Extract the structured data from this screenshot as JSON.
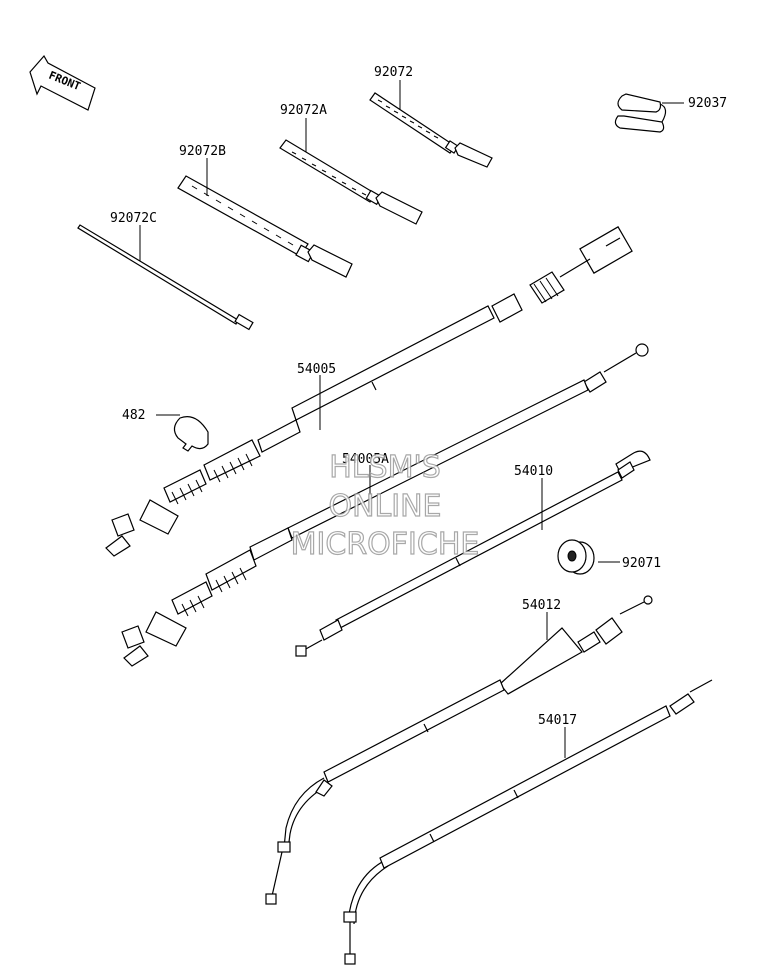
{
  "front_arrow": {
    "label": "FRONT",
    "icon": "front-arrow-icon"
  },
  "callouts": [
    {
      "id": "92072",
      "label": "92072"
    },
    {
      "id": "92072A",
      "label": "92072A"
    },
    {
      "id": "92072B",
      "label": "92072B"
    },
    {
      "id": "92072C",
      "label": "92072C"
    },
    {
      "id": "92037",
      "label": "92037"
    },
    {
      "id": "54005",
      "label": "54005"
    },
    {
      "id": "482",
      "label": "482"
    },
    {
      "id": "54005A",
      "label": "54005A"
    },
    {
      "id": "54010",
      "label": "54010"
    },
    {
      "id": "92071",
      "label": "92071"
    },
    {
      "id": "54012",
      "label": "54012"
    },
    {
      "id": "54017",
      "label": "54017"
    }
  ],
  "watermark": {
    "lines": [
      "HLSM'S",
      "ONLINE",
      "MICROFICHE"
    ]
  }
}
